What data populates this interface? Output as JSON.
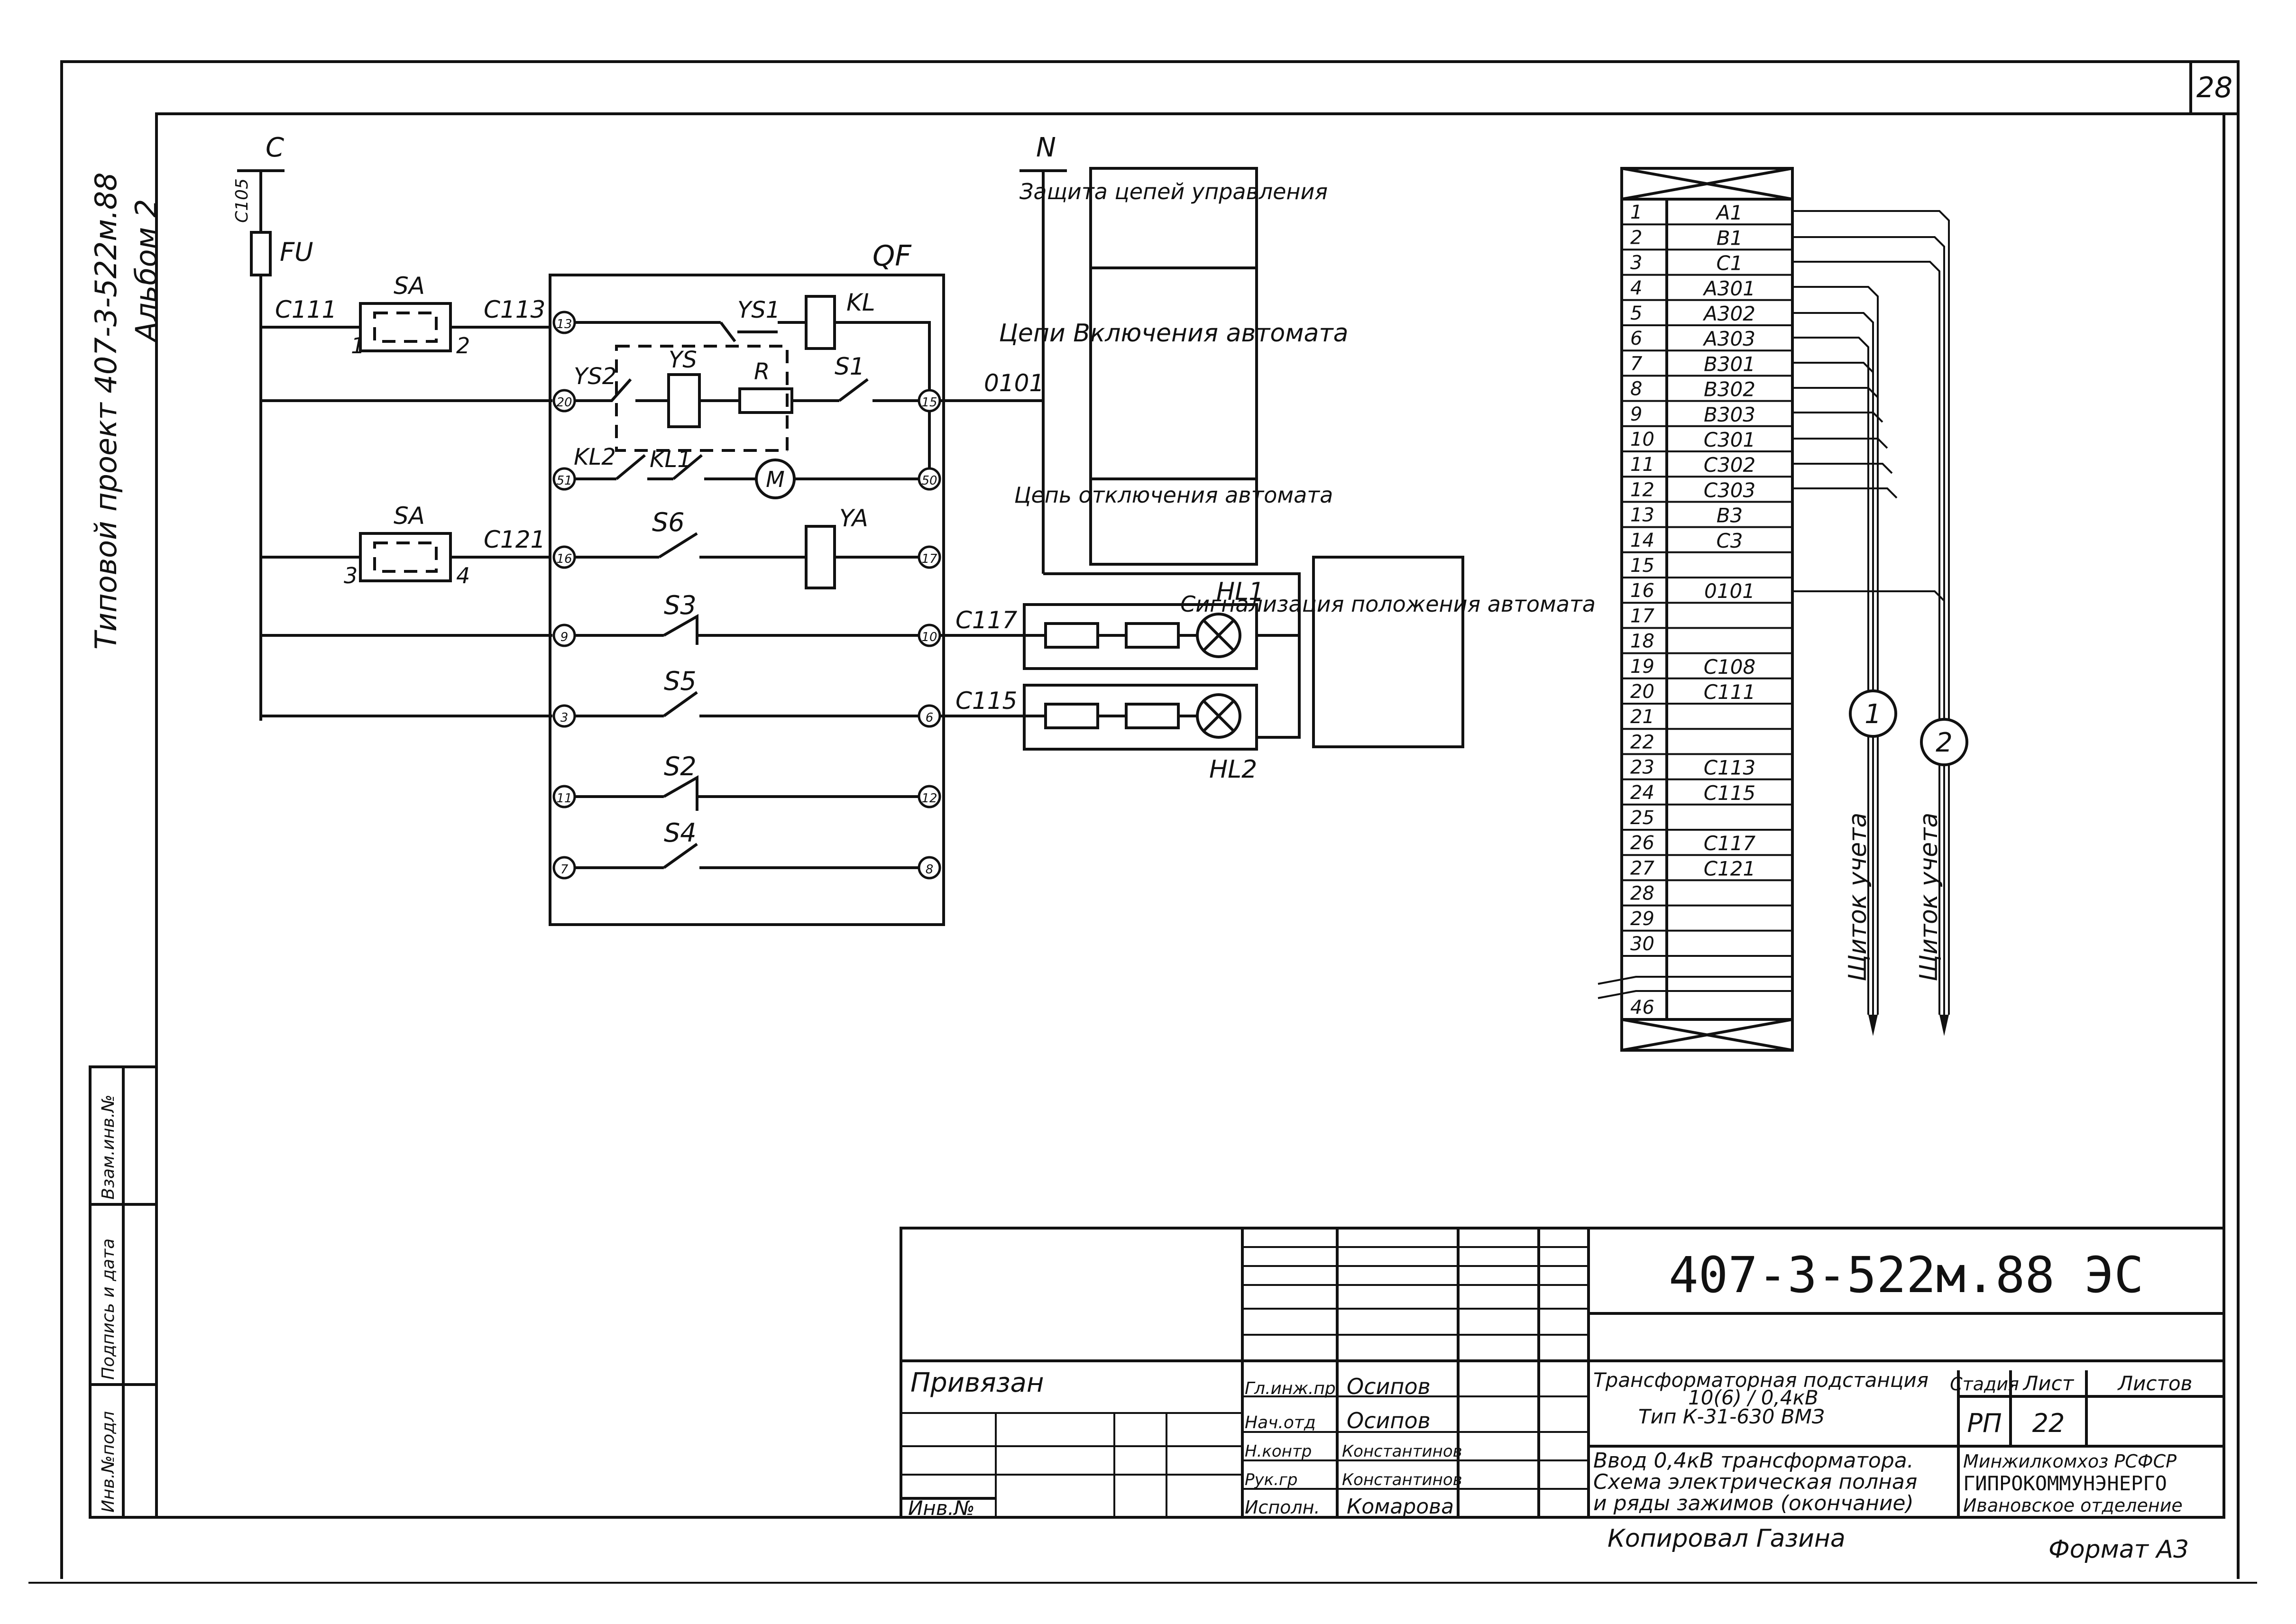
{
  "sheet": {
    "page_number": "28",
    "side_title_line1": "Типовой проект 407-3-522м.88",
    "side_title_line2": "Альбом 2",
    "copied_by": "Копировал Газина",
    "format": "Формат А3"
  },
  "left_stamp": {
    "cells": [
      "Инв.№подл",
      "Подпись и дата",
      "Взам.инв.№"
    ]
  },
  "schematic": {
    "bus_c_label": "С",
    "bus_n_label": "N",
    "wire_c105": "С105",
    "fuse_label": "FU",
    "wire_c111": "С111",
    "wire_c113": "С113",
    "wire_c121": "С121",
    "wire_0101": "0101",
    "wire_c117": "С117",
    "wire_c115": "С115",
    "sa_top_label": "SA",
    "sa_top_pin1": "1",
    "sa_top_pin2": "2",
    "sa_bottom_label": "SA",
    "sa_bottom_pin3": "3",
    "sa_bottom_pin4": "4",
    "qf_label": "QF",
    "ys1": "YS1",
    "kl": "KL",
    "ys": "YS",
    "ys2": "YS2",
    "r": "R",
    "s1": "S1",
    "kl2": "KL2",
    "kl1": "KL1",
    "m": "M",
    "s6": "S6",
    "ya": "YA",
    "s3": "S3",
    "s5": "S5",
    "s2": "S2",
    "s4": "S4",
    "hl1": "HL1",
    "hl2": "HL2",
    "qf_terminals": [
      "13",
      "20",
      "51",
      "16",
      "9",
      "3",
      "11",
      "7",
      "15",
      "50",
      "17",
      "10",
      "6",
      "12",
      "8"
    ]
  },
  "legend": {
    "protection": "Защита цепей управления",
    "closing": "Цепи Включения автомата",
    "tripping": "Цепь отключения автомата",
    "signalling": "Сигнализация положения автомата"
  },
  "terminal_block": {
    "rows": [
      {
        "n": "1",
        "w": "А1"
      },
      {
        "n": "2",
        "w": "В1"
      },
      {
        "n": "3",
        "w": "С1"
      },
      {
        "n": "4",
        "w": "А301"
      },
      {
        "n": "5",
        "w": "А302"
      },
      {
        "n": "6",
        "w": "А303"
      },
      {
        "n": "7",
        "w": "В301"
      },
      {
        "n": "8",
        "w": "В302"
      },
      {
        "n": "9",
        "w": "В303"
      },
      {
        "n": "10",
        "w": "С301"
      },
      {
        "n": "11",
        "w": "С302"
      },
      {
        "n": "12",
        "w": "С303"
      },
      {
        "n": "13",
        "w": "В3"
      },
      {
        "n": "14",
        "w": "С3"
      },
      {
        "n": "15",
        "w": ""
      },
      {
        "n": "16",
        "w": "0101"
      },
      {
        "n": "17",
        "w": ""
      },
      {
        "n": "18",
        "w": ""
      },
      {
        "n": "19",
        "w": "С108"
      },
      {
        "n": "20",
        "w": "С111"
      },
      {
        "n": "21",
        "w": ""
      },
      {
        "n": "22",
        "w": ""
      },
      {
        "n": "23",
        "w": "С113"
      },
      {
        "n": "24",
        "w": "С115"
      },
      {
        "n": "25",
        "w": ""
      },
      {
        "n": "26",
        "w": "С117"
      },
      {
        "n": "27",
        "w": "С121"
      },
      {
        "n": "28",
        "w": ""
      },
      {
        "n": "29",
        "w": ""
      },
      {
        "n": "30",
        "w": ""
      },
      {
        "n": "46",
        "w": ""
      }
    ],
    "marker1": "1",
    "marker2": "2",
    "cabinet1": "Щиток учета",
    "cabinet2": "Щиток учета"
  },
  "title_block": {
    "doc_code": "407-3-522м.88 ЭС",
    "privyazan": "Привязан",
    "inv_no": "Инв.№",
    "roles": [
      {
        "role": "Гл.инж.пр",
        "name": "Осипов"
      },
      {
        "role": "Нач.отд",
        "name": "Осипов"
      },
      {
        "role": "Н.контр",
        "name": "Константинов"
      },
      {
        "role": "Рук.гр",
        "name": "Константинов"
      },
      {
        "role": "Исполн.",
        "name": "Комарова"
      }
    ],
    "object_line1": "Трансформаторная подстанция",
    "object_line2": "10(6) / 0,4кВ",
    "object_line3": "Тип К-31-630 ВМЗ",
    "sheet_title_line1": "Ввод 0,4кВ трансформатора.",
    "sheet_title_line2": "Схема электрическая полная",
    "sheet_title_line3": "и ряды зажимов (окончание)",
    "stage_hdr": "Стадия",
    "sheet_hdr": "Лист",
    "sheets_hdr": "Листов",
    "stage_val": "РП",
    "sheet_val": "22",
    "sheets_val": "",
    "org_line1": "Минжилкомхоз РСФСР",
    "org_line2": "ГИПРОКОММУНЭНЕРГО",
    "org_line3": "Ивановское отделение"
  }
}
